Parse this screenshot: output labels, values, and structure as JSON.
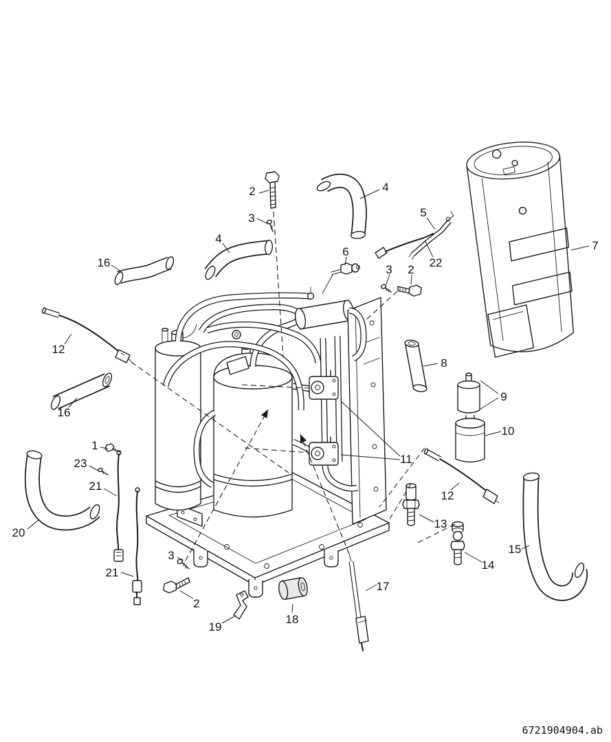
{
  "diagram": {
    "kind": "exploded-parts-diagram",
    "footer_code": "6721904904.ab",
    "callouts": [
      {
        "label": "2"
      },
      {
        "label": "3"
      },
      {
        "label": "4"
      },
      {
        "label": "5"
      },
      {
        "label": "6"
      },
      {
        "label": "22"
      },
      {
        "label": "3"
      },
      {
        "label": "2"
      },
      {
        "label": "7"
      },
      {
        "label": "16"
      },
      {
        "label": "4"
      },
      {
        "label": "12"
      },
      {
        "label": "16"
      },
      {
        "label": "8"
      },
      {
        "label": "9"
      },
      {
        "label": "10"
      },
      {
        "label": "11"
      },
      {
        "label": "1"
      },
      {
        "label": "23"
      },
      {
        "label": "21"
      },
      {
        "label": "12"
      },
      {
        "label": "13"
      },
      {
        "label": "14"
      },
      {
        "label": "15"
      },
      {
        "label": "20"
      },
      {
        "label": "21"
      },
      {
        "label": "3"
      },
      {
        "label": "2"
      },
      {
        "label": "19"
      },
      {
        "label": "18"
      },
      {
        "label": "17"
      }
    ]
  }
}
